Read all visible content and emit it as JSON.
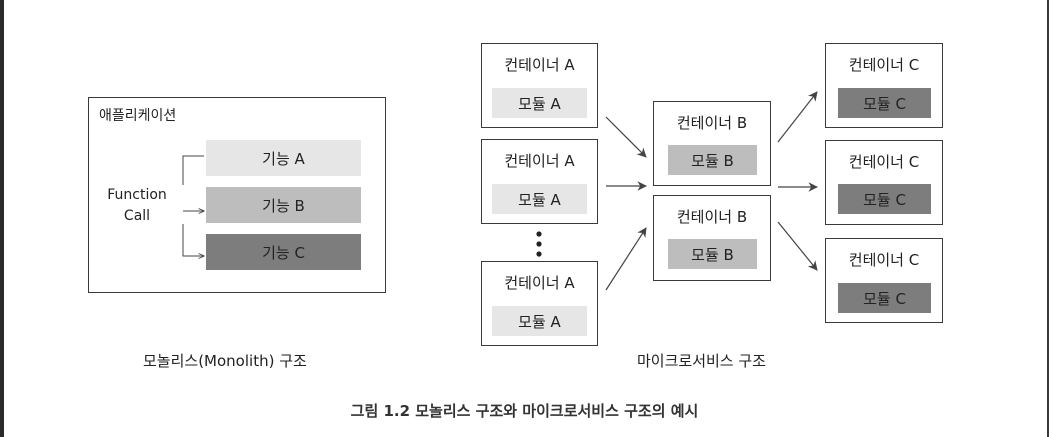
{
  "monolith": {
    "app_label": "애플리케이션",
    "function_call": [
      "Function",
      "Call"
    ],
    "features": [
      "기능 A",
      "기능 B",
      "기능 C"
    ],
    "caption": "모놀리스(Monolith) 구조"
  },
  "microservices": {
    "left_containers": [
      {
        "title": "컨테이너 A",
        "module": "모듈 A"
      },
      {
        "title": "컨테이너 A",
        "module": "모듈 A"
      },
      {
        "title": "컨테이너 A",
        "module": "모듈 A"
      }
    ],
    "middle_containers": [
      {
        "title": "컨테이너 B",
        "module": "모듈 B"
      },
      {
        "title": "컨테이너 B",
        "module": "모듈 B"
      }
    ],
    "right_containers": [
      {
        "title": "컨테이너 C",
        "module": "모듈 C"
      },
      {
        "title": "컨테이너 C",
        "module": "모듈 C"
      },
      {
        "title": "컨테이너 C",
        "module": "모듈 C"
      }
    ],
    "caption": "마이크로서비스 구조"
  },
  "figure_caption": "그림 1.2 모놀리스 구조와 마이크로서비스 구조의 예시",
  "colors": {
    "feature_a": "#e6e6e6",
    "feature_b": "#bdbdbd",
    "feature_c": "#7d7d7d",
    "border": "#3a3a3a",
    "arrow": "#444444"
  }
}
